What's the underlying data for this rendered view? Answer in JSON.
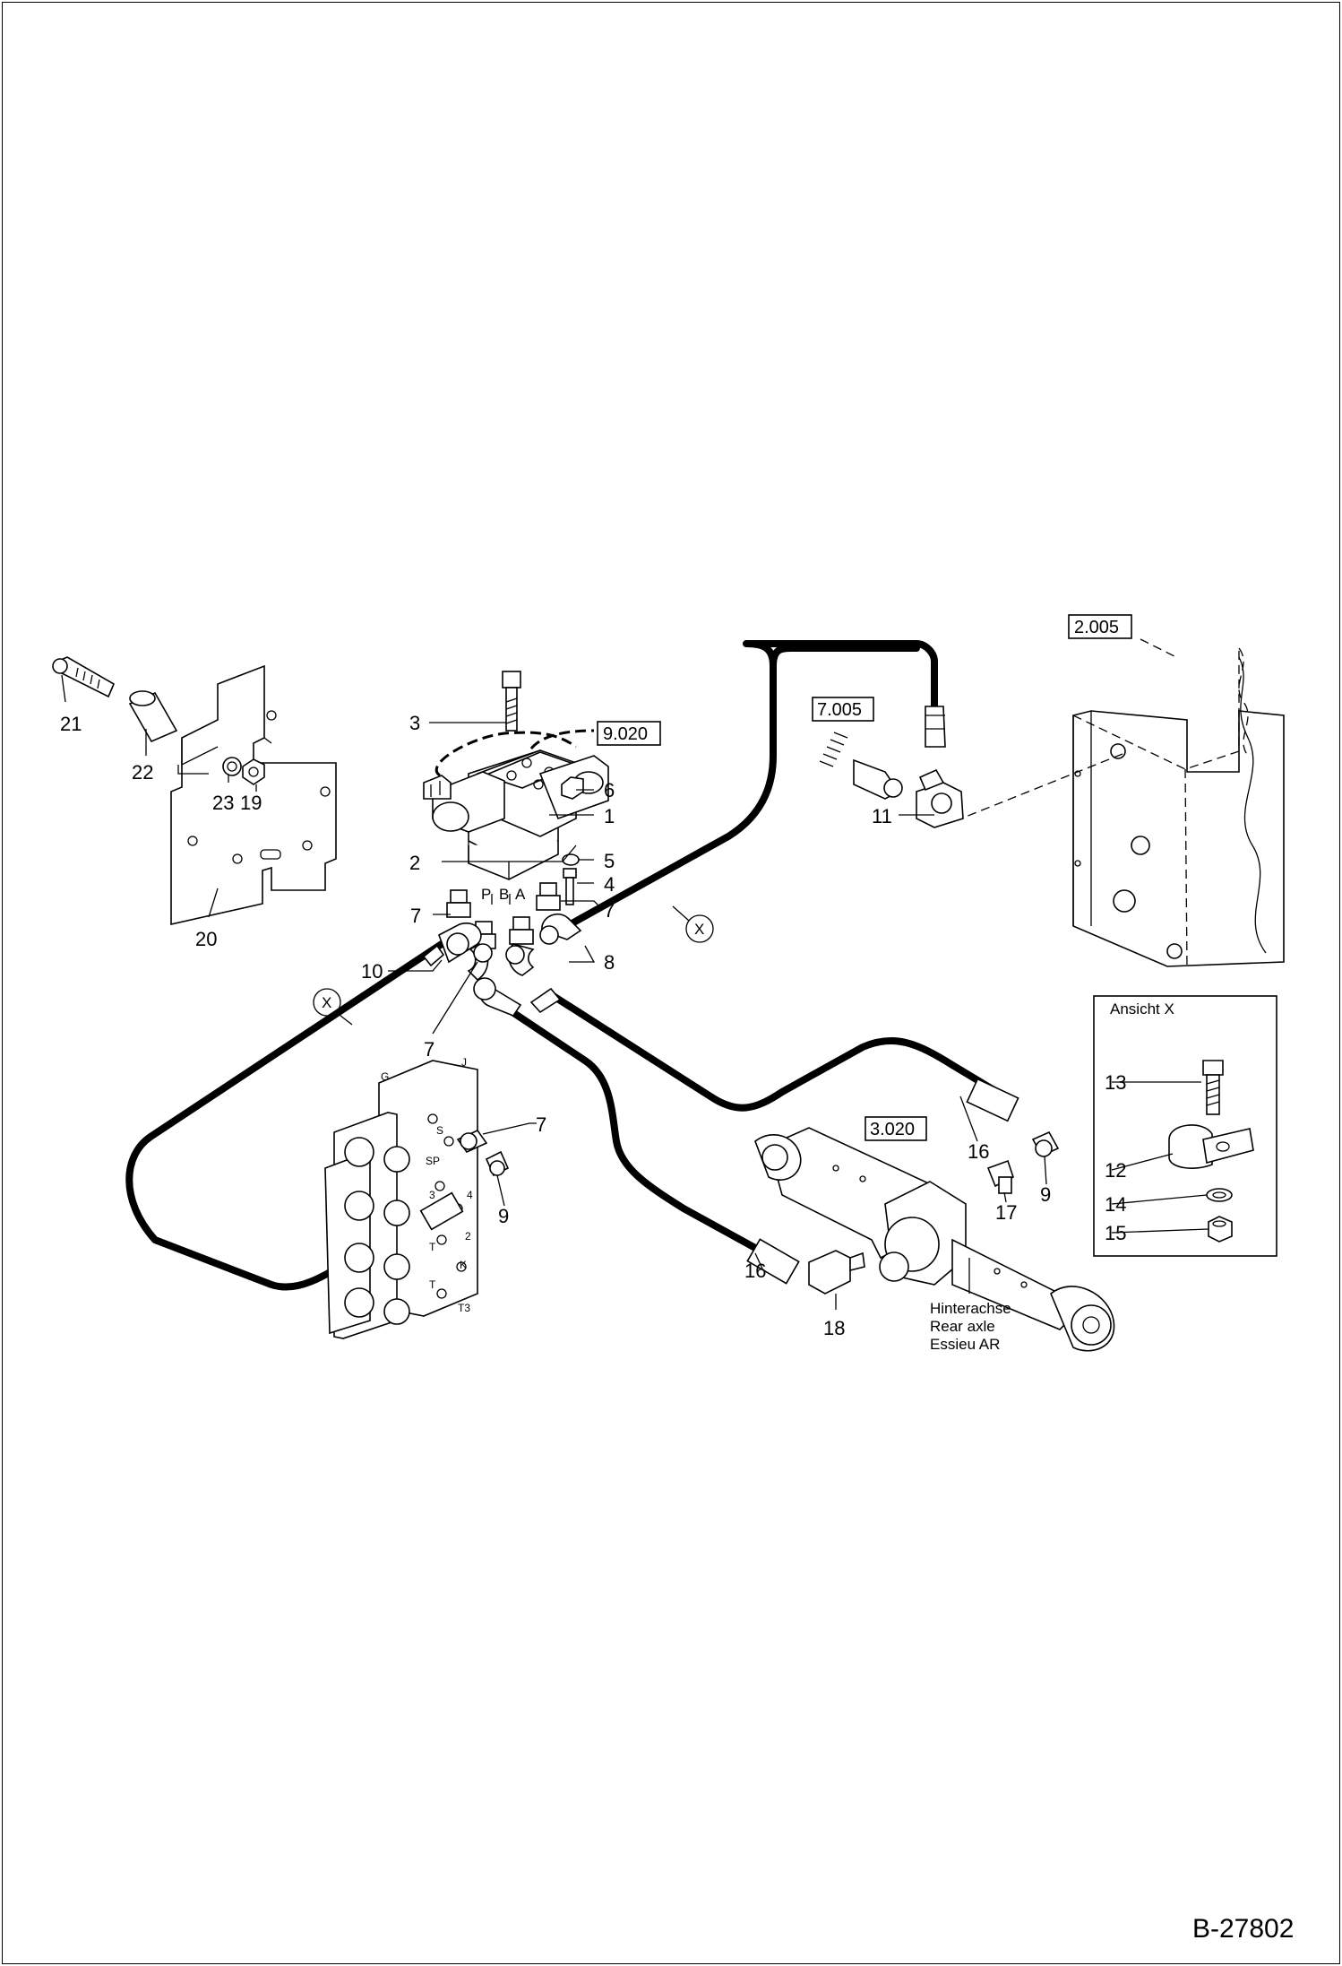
{
  "document": {
    "id": "B-27802"
  },
  "references": [
    {
      "id": "ref-9020",
      "label": "9.020"
    },
    {
      "id": "ref-7005",
      "label": "7.005"
    },
    {
      "id": "ref-2005",
      "label": "2.005"
    },
    {
      "id": "ref-3020",
      "label": "3.020"
    }
  ],
  "view_marker": "X",
  "detail_view": {
    "title": "Ansicht  X"
  },
  "axle_label": {
    "line1": "Hinterachse",
    "line2": "Rear axle",
    "line3": "Essieu AR"
  },
  "valve_ports": {
    "p": "P",
    "b": "B",
    "a": "A"
  },
  "control_block_marks": [
    "G",
    "J",
    "S",
    "SP",
    "3",
    "4",
    "2",
    "T",
    "T",
    "K",
    "T3"
  ],
  "callouts": [
    "1",
    "2",
    "3",
    "4",
    "5",
    "6",
    "7",
    "7",
    "7",
    "7",
    "8",
    "9",
    "9",
    "10",
    "11",
    "12",
    "13",
    "14",
    "15",
    "16",
    "16",
    "17",
    "18",
    "19",
    "20",
    "21",
    "22",
    "23"
  ]
}
